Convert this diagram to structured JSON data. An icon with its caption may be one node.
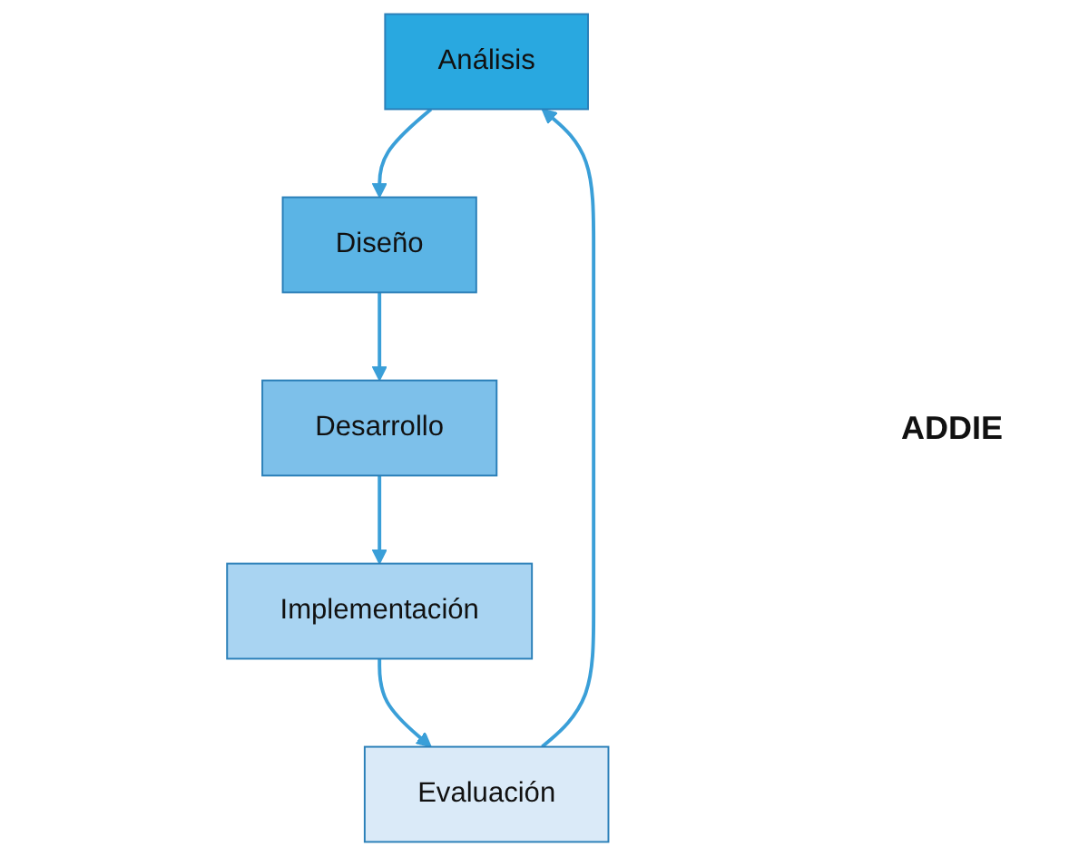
{
  "diagram": {
    "nodes": [
      {
        "text": [
          "Análisis"
        ]
      },
      {
        "text": [
          "Diseño"
        ]
      },
      {
        "text": [
          "Desarrollo"
        ]
      },
      {
        "text": [
          "Implementación"
        ]
      },
      {
        "text": [
          "Evaluación"
        ]
      }
    ],
    "edges": [
      {
        "from": 0,
        "to": 1,
        "arrow": "to"
      },
      {
        "from": 1,
        "to": 2,
        "arrow": "to"
      },
      {
        "from": 2,
        "to": 3,
        "arrow": "to"
      },
      {
        "from": 3,
        "to": 4,
        "arrow": "to"
      },
      {
        "from": 4,
        "to": 0,
        "arrow": "to"
      }
    ],
    "labels": [
      "ADDIE"
    ]
  }
}
